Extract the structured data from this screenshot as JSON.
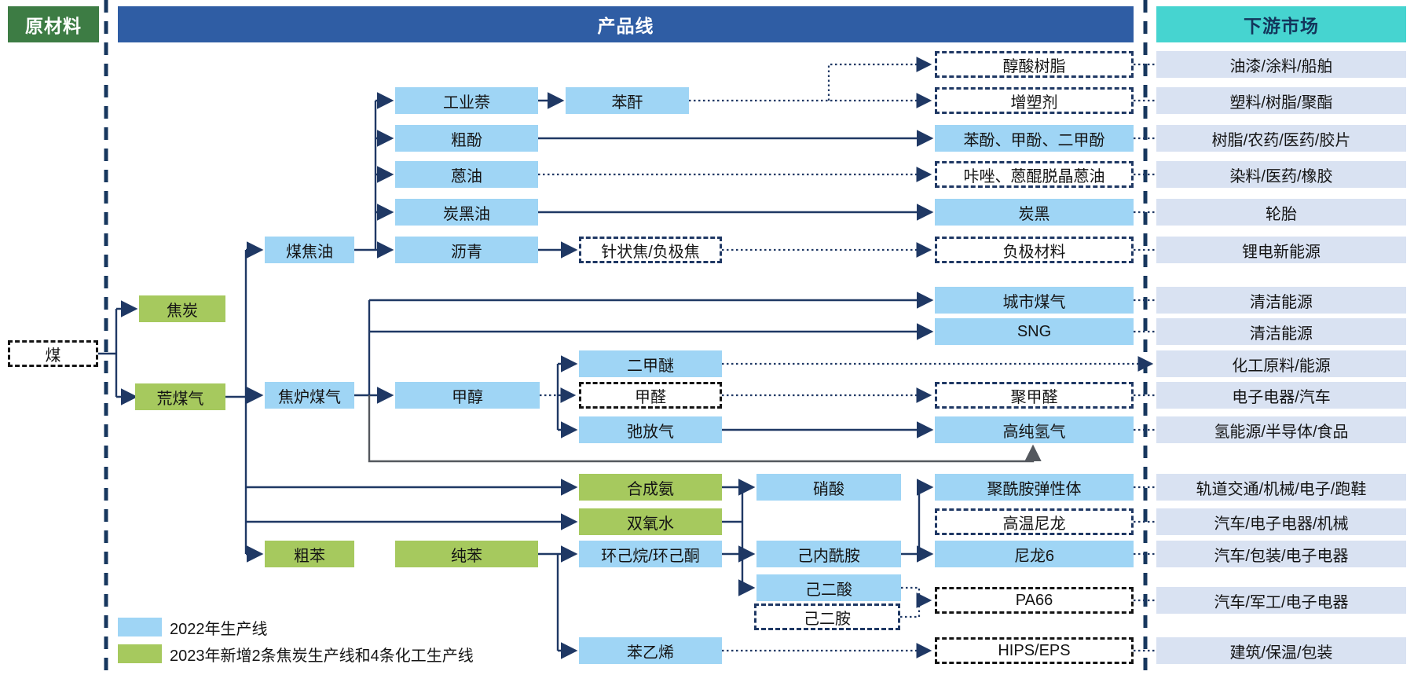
{
  "headers": {
    "raw_materials": "原材料",
    "product_line": "产品线",
    "downstream_market": "下游市场"
  },
  "colors": {
    "header_green": "#3d7c44",
    "header_blue": "#2f5da4",
    "header_cyan": "#46d4d0",
    "box_blue": "#9fd5f5",
    "box_green": "#a6c95e",
    "market_bg": "#d9e2f2",
    "line_navy": "#1f3864",
    "line_gray": "#54585e"
  },
  "nodes": {
    "coal": "煤",
    "coke": "焦炭",
    "raw_coal_gas": "荒煤气",
    "coal_tar": "煤焦油",
    "coke_oven_gas": "焦炉煤气",
    "crude_benzene": "粗苯",
    "industrial_naphthalene": "工业萘",
    "crude_phenol": "粗酚",
    "anthracene_oil": "蒽油",
    "carbon_black_oil": "炭黑油",
    "pitch": "沥青",
    "pure_benzene": "纯苯",
    "phthalic_anhydride": "苯酐",
    "needle_coke": "针状焦/负极焦",
    "dme": "二甲醚",
    "methanol": "甲醇",
    "formaldehyde": "甲醛",
    "purge_gas": "弛放气",
    "synthetic_ammonia": "合成氨",
    "hydrogen_peroxide": "双氧水",
    "cyclohexane": "环己烷/环己酮",
    "styrene": "苯乙烯",
    "nitric_acid": "硝酸",
    "caprolactam": "己内酰胺",
    "adipic_acid": "己二酸",
    "hexamethylenediamine": "己二胺",
    "alkyd_resin": "醇酸树脂",
    "plasticizer": "增塑剂",
    "phenols": "苯酚、甲酚、二甲酚",
    "carbazole": "咔唑、蒽醌脱晶蒽油",
    "carbon_black": "炭黑",
    "anode_material": "负极材料",
    "city_gas": "城市煤气",
    "sng": "SNG",
    "pom": "聚甲醛",
    "high_purity_hydrogen": "高纯氢气",
    "polyamide_elastomer": "聚酰胺弹性体",
    "high_temp_nylon": "高温尼龙",
    "nylon6": "尼龙6",
    "pa66": "PA66",
    "hips_eps": "HIPS/EPS"
  },
  "markets": [
    "油漆/涂料/船舶",
    "塑料/树脂/聚酯",
    "树脂/农药/医药/胶片",
    "染料/医药/橡胶",
    "轮胎",
    "锂电新能源",
    "清洁能源",
    "清洁能源",
    "化工原料/能源",
    "电子电器/汽车",
    "氢能源/半导体/食品",
    "轨道交通/机械/电子/跑鞋",
    "汽车/电子电器/机械",
    "汽车/包装/电子电器",
    "汽车/军工/电子电器",
    "建筑/保温/包装"
  ],
  "legend": [
    {
      "swatch": "#9fd5f5",
      "label": "2022年生产线"
    },
    {
      "swatch": "#a6c95e",
      "label": "2023年新增2条焦炭生产线和4条化工生产线"
    }
  ]
}
